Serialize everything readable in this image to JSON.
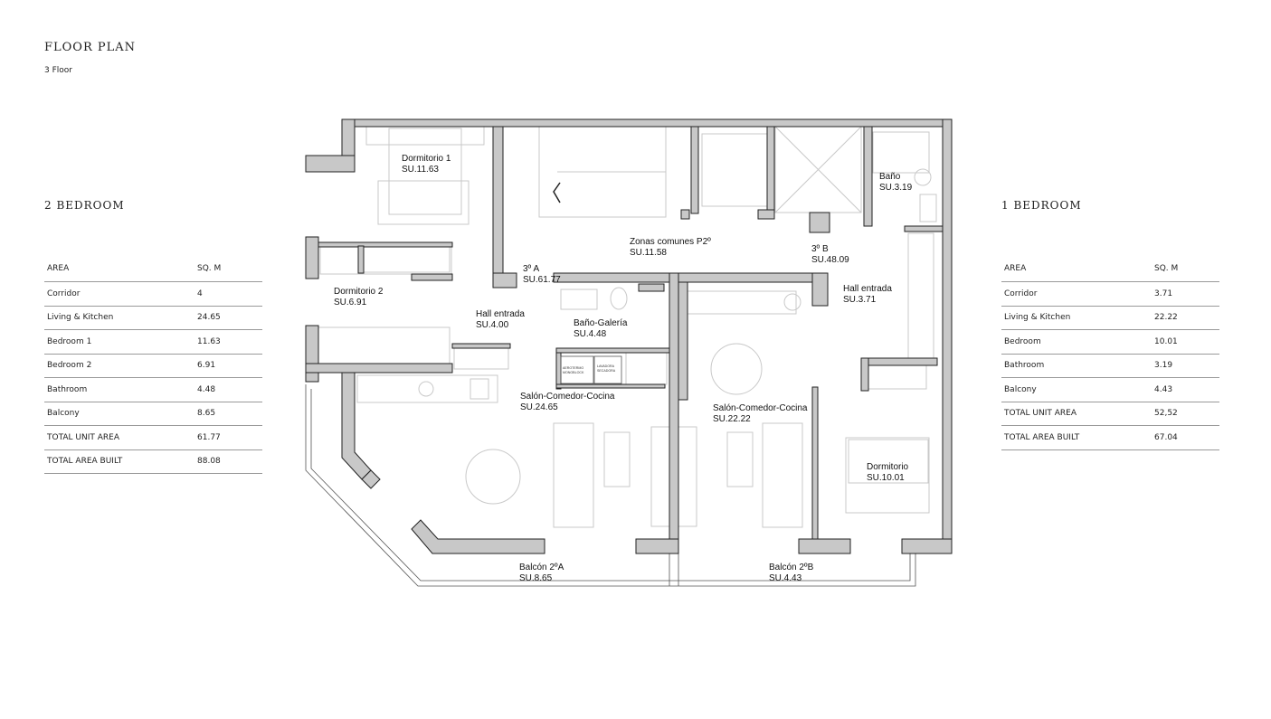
{
  "header": {
    "title": "FLOOR PLAN",
    "subtitle": "3 Floor"
  },
  "units": [
    {
      "title": "2 BEDROOM",
      "columns": [
        "AREA",
        "SQ. M"
      ],
      "rows": [
        [
          "Corridor",
          "4"
        ],
        [
          "Living & Kitchen",
          "24.65"
        ],
        [
          "Bedroom 1",
          "11.63"
        ],
        [
          "Bedroom 2",
          "6.91"
        ],
        [
          "Bathroom",
          "4.48"
        ],
        [
          "Balcony",
          "8.65"
        ],
        [
          "TOTAL UNIT AREA",
          "61.77"
        ],
        [
          "TOTAL AREA BUILT",
          "88.08"
        ]
      ]
    },
    {
      "title": "1 BEDROOM",
      "columns": [
        "AREA",
        "SQ. M"
      ],
      "rows": [
        [
          "Corridor",
          "3.71"
        ],
        [
          "Living & Kitchen",
          "22.22"
        ],
        [
          "Bedroom",
          "10.01"
        ],
        [
          "Bathroom",
          "3.19"
        ],
        [
          "Balcony",
          "4.43"
        ],
        [
          "TOTAL UNIT AREA",
          "52,52"
        ],
        [
          "TOTAL AREA BUILT",
          "67.04"
        ]
      ]
    }
  ],
  "plan": {
    "rooms": [
      {
        "name": "Dormitorio 1",
        "area": "SU.11.63"
      },
      {
        "name": "Zonas comunes P2º",
        "area": "SU.11.58"
      },
      {
        "name": "3º A",
        "area": "SU.61.77"
      },
      {
        "name": "3º B",
        "area": "SU.48.09"
      },
      {
        "name": "Baño",
        "area": "SU.3.19"
      },
      {
        "name": "Hall entrada",
        "area": "SU.3.71"
      },
      {
        "name": "Dormitorio 2",
        "area": "SU.6.91"
      },
      {
        "name": "Hall entrada",
        "area": "SU.4.00"
      },
      {
        "name": "Baño-Galería",
        "area": "SU.4.48"
      },
      {
        "name": "Salón-Comedor-Cocina",
        "area": "SU.24.65"
      },
      {
        "name": "Salón-Comedor-Cocina",
        "area": "SU.22.22"
      },
      {
        "name": "Dormitorio",
        "area": "SU.10.01"
      },
      {
        "name": "Balcón 2ºA",
        "area": "SU.8.65"
      },
      {
        "name": "Balcón 2ºB",
        "area": "SU.4.43"
      }
    ],
    "appliance_labels": [
      "AEROTERMO",
      "MONOBLOCK",
      "LAVADORA",
      "SECADORA"
    ],
    "colors": {
      "wall": "#c8c8c8",
      "outline": "#222222",
      "furniture": "#c9c9c9"
    }
  }
}
